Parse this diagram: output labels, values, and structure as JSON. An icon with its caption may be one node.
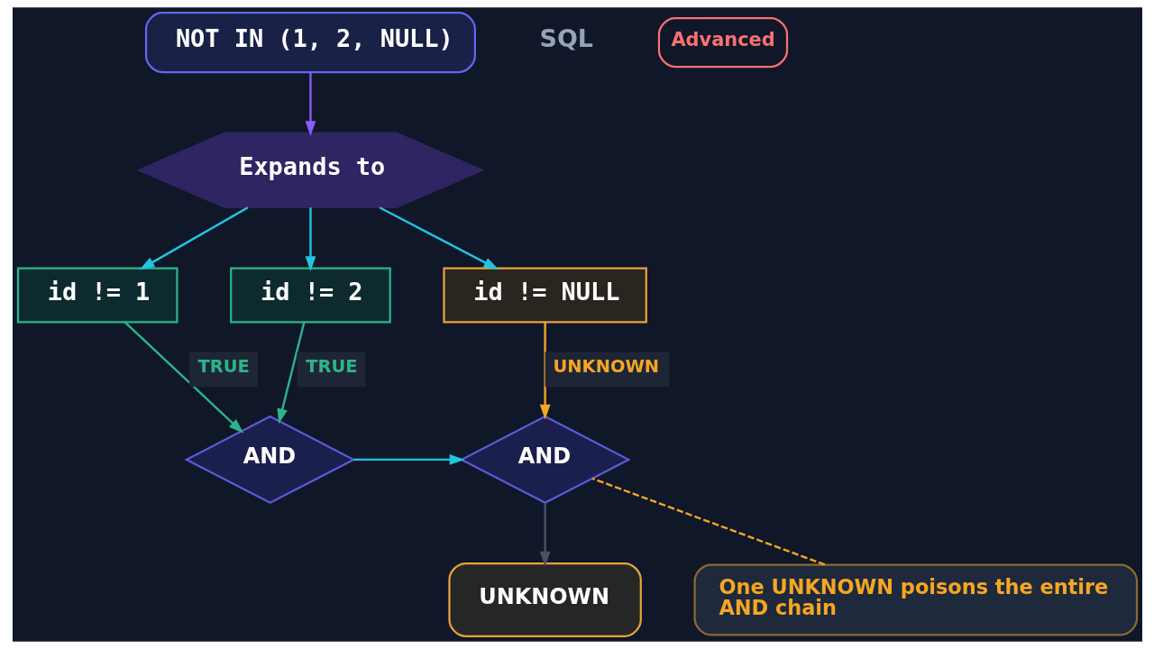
{
  "diagram": {
    "nodes": [
      {
        "text": [
          "NOT IN (1, 2, NULL)"
        ]
      },
      {
        "text": [
          "Expands to"
        ]
      },
      {
        "text": [
          "id != 1"
        ]
      },
      {
        "text": [
          "id != 2"
        ]
      },
      {
        "text": [
          "id != NULL"
        ]
      },
      {
        "text": [
          "AND"
        ]
      },
      {
        "text": [
          "AND"
        ]
      },
      {
        "text": [
          "UNKNOWN"
        ]
      },
      {
        "text": [
          "One UNKNOWN poisons the entire AND chain"
        ]
      },
      {
        "text": [
          "Advanced"
        ]
      }
    ],
    "edges": [
      {
        "from": 0,
        "to": 1,
        "arrow": "to",
        "color": "#8b5cf6"
      },
      {
        "from": 1,
        "to": 2,
        "arrow": "to"
      },
      {
        "from": 1,
        "to": 3,
        "arrow": "to"
      },
      {
        "from": 1,
        "to": 4,
        "arrow": "to"
      },
      {
        "from": 2,
        "to": 5,
        "arrow": "to",
        "label": "TRUE",
        "color": "#2bb58a"
      },
      {
        "from": 3,
        "to": 5,
        "arrow": "to",
        "label": "TRUE",
        "color": "#2bb58a"
      },
      {
        "from": 4,
        "to": 6,
        "arrow": "to",
        "label": "UNKNOWN",
        "color": "#f5a623"
      },
      {
        "from": 5,
        "to": 6,
        "arrow": "to"
      },
      {
        "from": 6,
        "to": 7,
        "arrow": "to",
        "color": "#4b5263"
      },
      {
        "from": 8,
        "to": 6,
        "arrow": "none",
        "style": "dashed",
        "color": "#f5a623"
      }
    ],
    "labels": [
      "SQL"
    ]
  }
}
